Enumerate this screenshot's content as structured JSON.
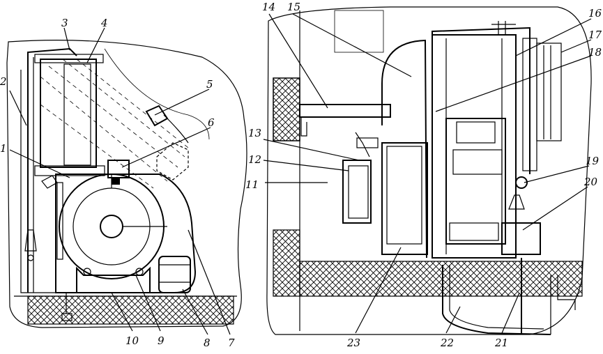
{
  "callouts": {
    "c1": "1",
    "c2": "2",
    "c3": "3",
    "c4": "4",
    "c5": "5",
    "c6": "6",
    "c7": "7",
    "c8": "8",
    "c9": "9",
    "c10": "10",
    "c11": "11",
    "c12": "12",
    "c13": "13",
    "c14": "14",
    "c15": "15",
    "c16": "16",
    "c17": "17",
    "c18": "18",
    "c19": "19",
    "c20": "20",
    "c21": "21",
    "c22": "22",
    "c23": "23"
  },
  "colors": {
    "ink": "#000000",
    "paper": "#ffffff"
  }
}
